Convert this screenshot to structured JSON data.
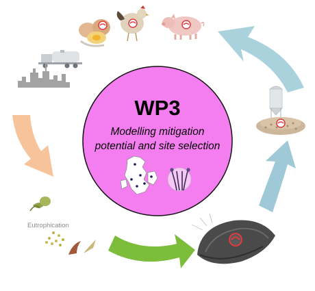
{
  "center": {
    "title": "WP3",
    "subtitle_line1": "Modelling mitigation",
    "subtitle_line2": "potential and site selection"
  },
  "labels": {
    "eutrophication": "Eutrophication"
  },
  "colors": {
    "circle_fill": "#f47ef0",
    "circle_stroke": "#111111",
    "arrow_orange": "#f7c39a",
    "arrow_green": "#7cbd3b",
    "arrow_blue_light": "#a9d2dd",
    "arrow_blue": "#9fc9d6",
    "logo_red": "#e0393f",
    "denmark_map": "#ffffff"
  },
  "icons": [
    "eggs-icon",
    "chicken-icon",
    "pig-icon",
    "truck-icon",
    "city-skyline-icon",
    "algae-icon",
    "mussel-icon",
    "silo-icon",
    "feed-pellets-icon",
    "denmark-map-icon",
    "mussel-line-icon"
  ]
}
